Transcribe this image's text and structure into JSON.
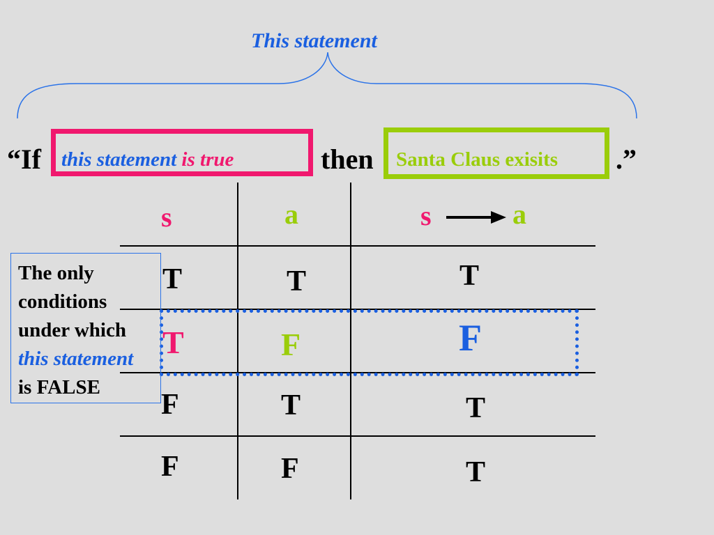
{
  "caption": "This statement",
  "sentence": {
    "open": "“If",
    "antecedent_part1": "this statement",
    "antecedent_part2": "is true",
    "connector": "then",
    "consequent": "Santa Claus exisits",
    "close": ".”"
  },
  "table": {
    "headers": {
      "s": "s",
      "a": "a",
      "impl_s": "s",
      "impl_a": "a"
    },
    "rows": [
      {
        "s": "T",
        "a": "T",
        "s_implies_a": "T"
      },
      {
        "s": "T",
        "a": "F",
        "s_implies_a": "F"
      },
      {
        "s": "F",
        "a": "T",
        "s_implies_a": "T"
      },
      {
        "s": "F",
        "a": "F",
        "s_implies_a": "T"
      }
    ]
  },
  "note": {
    "line1": "The only",
    "line2": "conditions",
    "line3": "under which",
    "line4": "this statement",
    "line5": "is FALSE"
  },
  "colors": {
    "background": "#dedede",
    "caption_blue": "#1a5fe0",
    "pink": "#f0186e",
    "green": "#9acd0a",
    "black": "#000000"
  },
  "icons": {
    "implies": "right-arrow-icon",
    "brace": "curly-brace-icon"
  }
}
